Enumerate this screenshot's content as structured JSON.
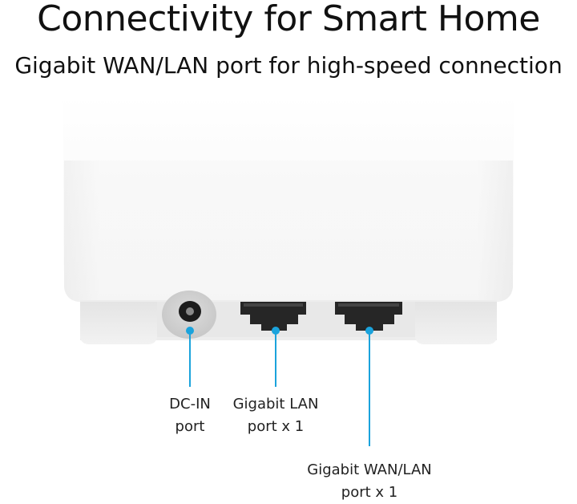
{
  "header": {
    "title": "Connectivity for Smart Home",
    "subtitle": "Gigabit WAN/LAN port for high-speed connection"
  },
  "ports": [
    {
      "line1": "DC-IN",
      "line2": "port",
      "icon": "dc-in-port-icon"
    },
    {
      "line1": "Gigabit LAN",
      "line2": "port x 1",
      "icon": "lan-port-icon"
    },
    {
      "line1": "Gigabit WAN/LAN",
      "line2": "port x 1",
      "icon": "wan-lan-port-icon"
    }
  ],
  "colors": {
    "accent": "#1ba3dc",
    "device_body": "#f6f6f6",
    "port_dark": "#2a2a2a"
  }
}
